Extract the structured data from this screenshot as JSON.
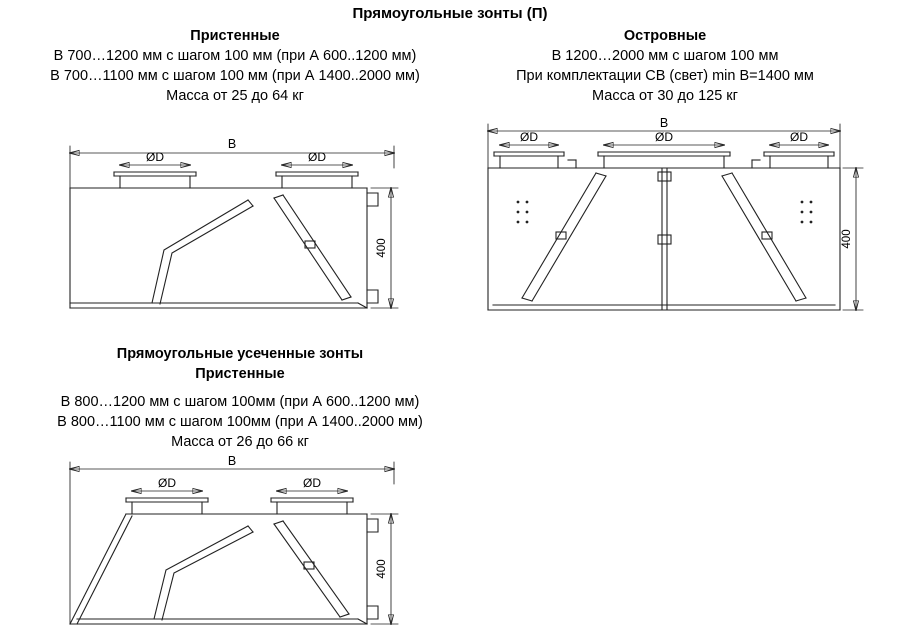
{
  "page": {
    "title": "Прямоугольные зонты (П)"
  },
  "sections": {
    "rect_wall": {
      "heading": "Пристенные",
      "lines": [
        "В 700…1200 мм с шагом 100 мм (при А 600..1200 мм)",
        "В 700…1100 мм с шагом 100 мм (при А 1400..2000 мм)",
        "Масса от 25 до 64 кг"
      ]
    },
    "rect_island": {
      "heading": "Островные",
      "lines": [
        "В 1200…2000 мм с шагом 100 мм",
        "При комплектации СВ (свет) min B=1400 мм",
        "Масса от 30 до 125 кг"
      ]
    },
    "truncated": {
      "heading": "Прямоугольные усеченные зонты",
      "subheading": "Пристенные",
      "lines": [
        "В 800…1200 мм с шагом 100мм (при А 600..1200 мм)",
        "В 800…1100 мм с шагом 100мм (при А 1400..2000 мм)",
        "Масса от 26 до 66 кг"
      ]
    }
  },
  "dims": {
    "b": "B",
    "d": "ØD",
    "h": "400"
  },
  "colors": {
    "line": "#222222",
    "text": "#000000",
    "background": "#ffffff"
  }
}
